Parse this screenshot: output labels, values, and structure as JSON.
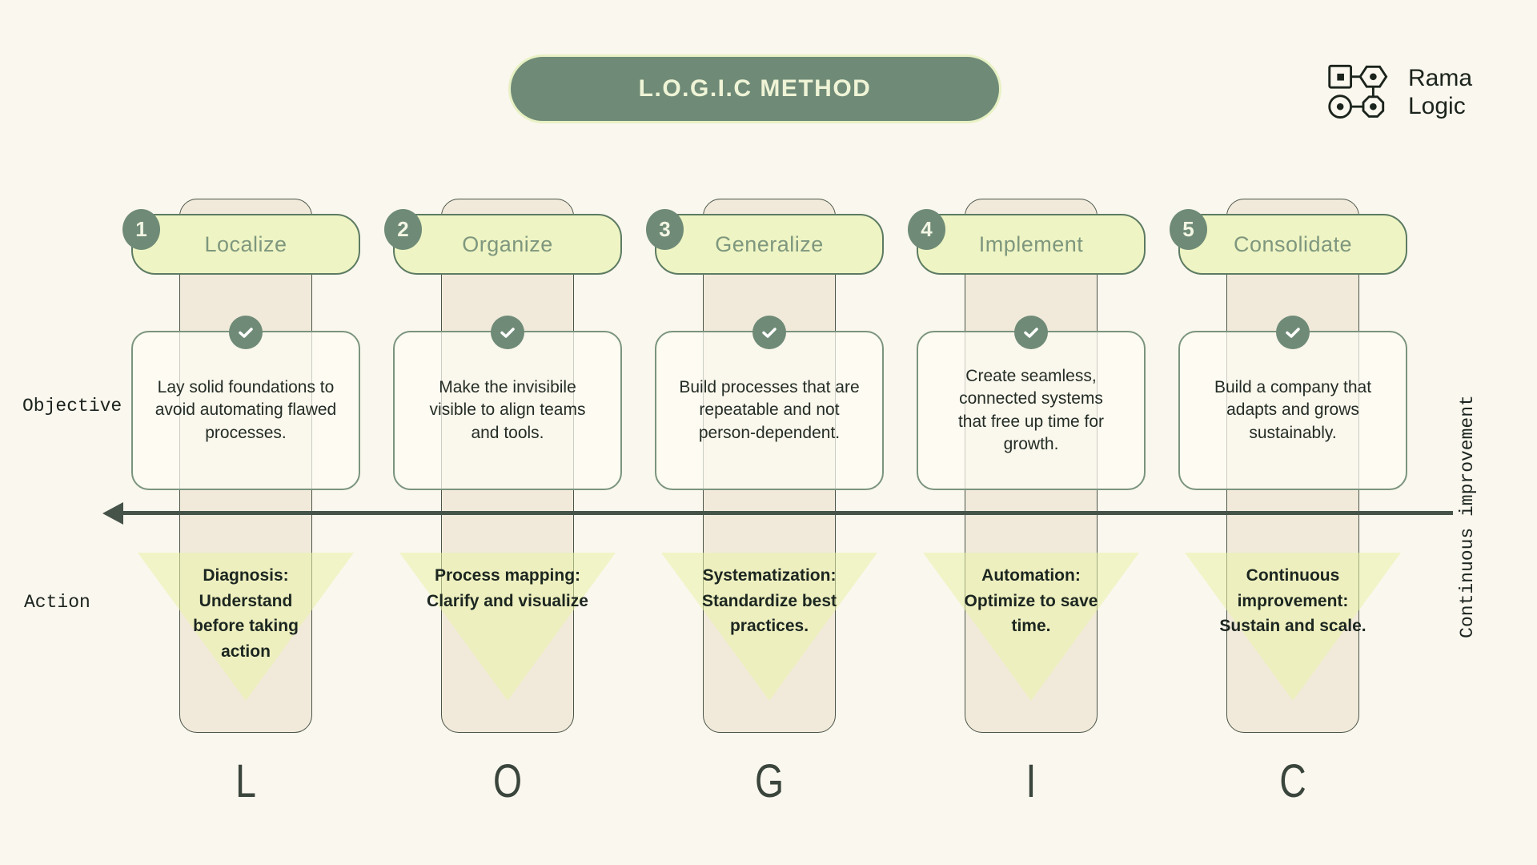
{
  "title": "L.O.G.I.C METHOD",
  "logo": {
    "line1": "Rama",
    "line2": "Logic"
  },
  "row_labels": {
    "objective": "Objective",
    "action": "Action"
  },
  "arrow_label": "Continuous improvement",
  "columns": [
    {
      "number": "1",
      "title": "Localize",
      "objective": "Lay solid foundations to\navoid automating flawed\nprocesses.",
      "action": "Diagnosis:\nUnderstand\nbefore taking\naction",
      "letter": "L"
    },
    {
      "number": "2",
      "title": "Organize",
      "objective": "Make the invisibile\nvisible to align teams\nand tools.",
      "action": "Process mapping:\nClarify and visualize",
      "letter": "O"
    },
    {
      "number": "3",
      "title": "Generalize",
      "objective": "Build processes that are\nrepeatable and not\nperson-dependent.",
      "action": "Systematization:\nStandardize best\npractices.",
      "letter": "G"
    },
    {
      "number": "4",
      "title": "Implement",
      "objective": "Create seamless,\nconnected systems\nthat free up time for\ngrowth.",
      "action": "Automation:\nOptimize to save\ntime.",
      "letter": "I"
    },
    {
      "number": "5",
      "title": "Consolidate",
      "objective": "Build a company that\nadapts and grows\nsustainably.",
      "action": "Continuous\nimprovement:\nSustain and scale.",
      "letter": "C"
    }
  ],
  "colors": {
    "background": "#faf7ee",
    "sage": "#6f8b77",
    "sage-border": "#5d7b63",
    "light-green": "#eef4c3",
    "triangle": "#e9f2a8",
    "beige": "#f1eadb",
    "ink": "#1c2620",
    "muted-green": "#7e977e",
    "cream-text": "#eff4d6",
    "arrow": "#455349",
    "letter": "#3a453c"
  }
}
